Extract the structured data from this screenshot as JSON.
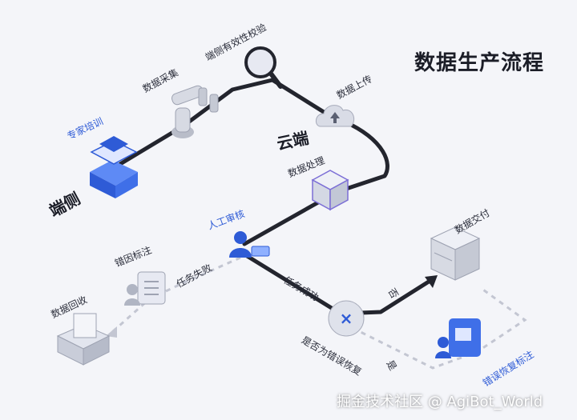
{
  "title": "数据生产流程",
  "zones": {
    "device": "端侧",
    "cloud": "云端"
  },
  "nodes": {
    "expert_training": "专家培训",
    "data_collection": "数据采集",
    "validity_check": "端侧有效性校验",
    "data_upload": "数据上传",
    "data_processing": "数据处理",
    "manual_review": "人工审核",
    "task_success": "任务成功",
    "task_failure": "任务失败",
    "error_annotation": "错因标注",
    "data_recycling": "数据回收",
    "is_error_recovery": "是否为错误恢复",
    "no_label": "否",
    "yes_label": "是",
    "data_delivery": "数据交付",
    "error_recovery_annotation": "错误恢复标注"
  },
  "watermark": "掘金技术社区 @ AgiBot_World",
  "colors": {
    "accent": "#2e5bd6",
    "line": "#23252e",
    "dashed": "#c3c6d2",
    "icon_fill": "#e7e9f2"
  }
}
